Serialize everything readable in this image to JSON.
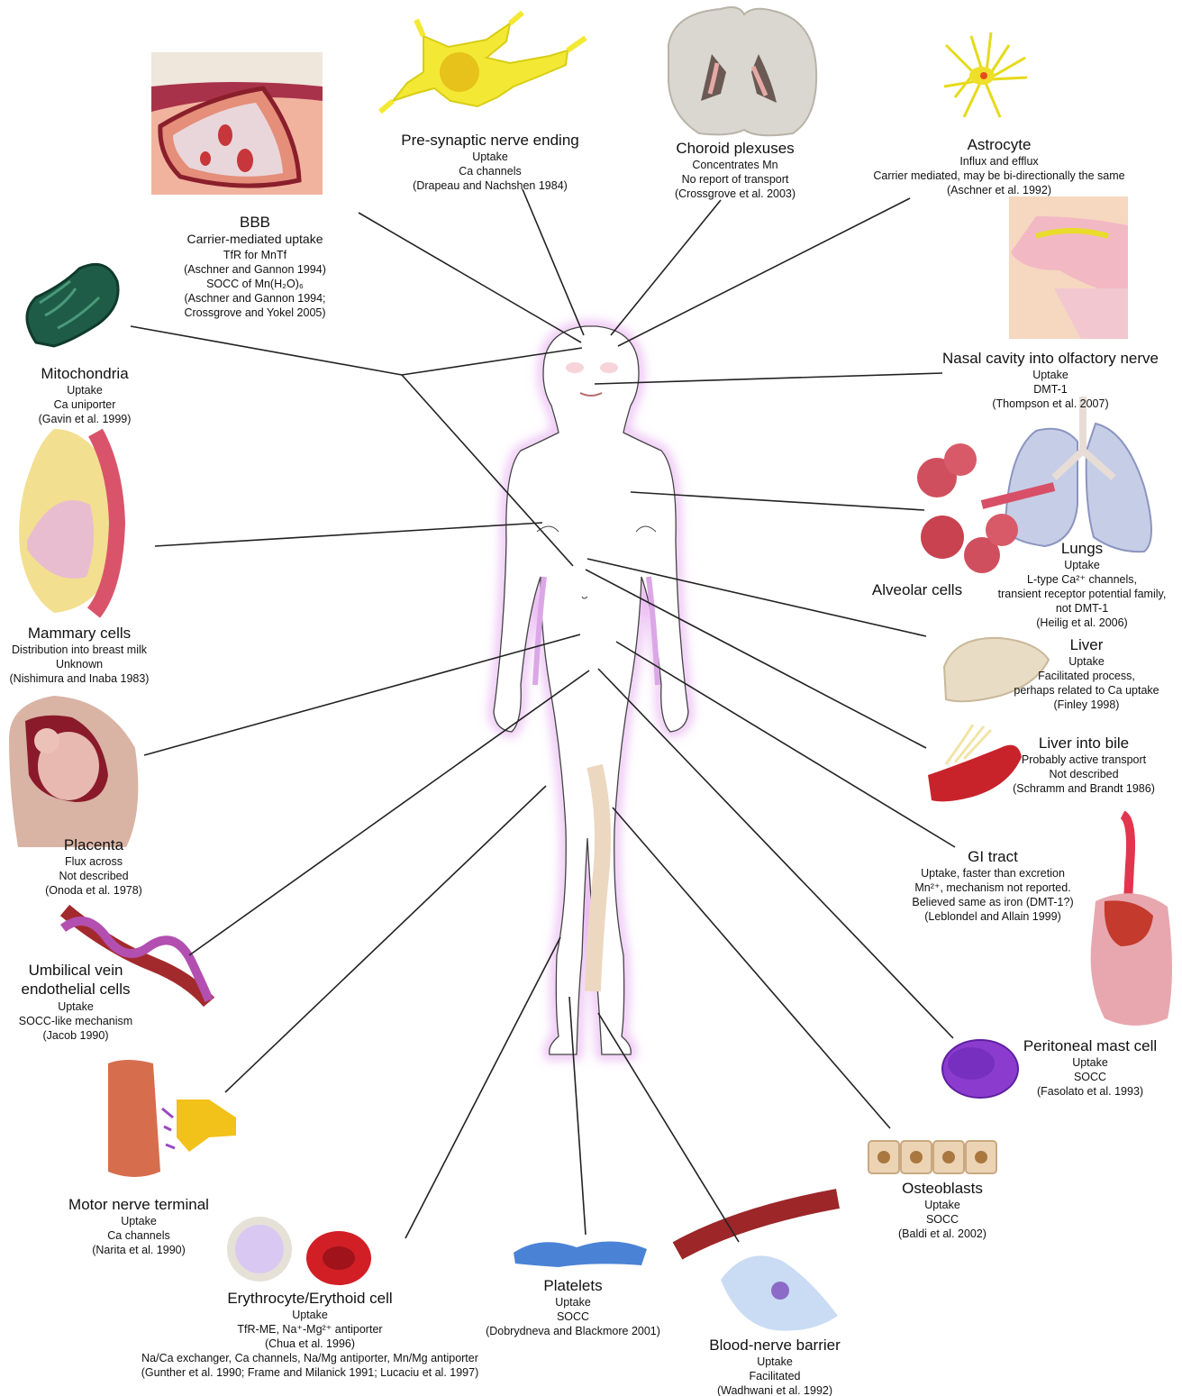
{
  "labels": {
    "bbb": {
      "title": "BBB",
      "lines": [
        "Carrier-mediated uptake",
        "TfR for MnTf",
        "(Aschner and Gannon 1994)",
        "SOCC of Mn(H₂O)₆",
        "(Aschner and Gannon 1994;",
        "Crossgrove and Yokel 2005)"
      ]
    },
    "presynaptic": {
      "title": "Pre-synaptic nerve ending",
      "lines": [
        "Uptake",
        "Ca channels",
        "(Drapeau and Nachshen 1984)"
      ]
    },
    "choroid": {
      "title": "Choroid plexuses",
      "lines": [
        "Concentrates Mn",
        "No report of transport",
        "(Crossgrove et al. 2003)"
      ]
    },
    "astrocyte": {
      "title": "Astrocyte",
      "lines": [
        "Influx and efflux",
        "Carrier mediated, may be bi-directionally the same",
        "(Aschner et al. 1992)"
      ]
    },
    "mitochondria": {
      "title": "Mitochondria",
      "lines": [
        "Uptake",
        "Ca uniporter",
        "(Gavin et al. 1999)"
      ]
    },
    "nasal": {
      "title": "Nasal cavity into olfactory nerve",
      "lines": [
        "Uptake",
        "DMT-1",
        "(Thompson et al. 2007)"
      ]
    },
    "lungs": {
      "title": "Lungs",
      "lines": [
        "Uptake",
        "L-type Ca²⁺ channels,",
        "transient receptor potential family,",
        "not DMT-1",
        "(Heilig et al. 2006)"
      ]
    },
    "alveolar": {
      "title": "Alveolar cells"
    },
    "mammary": {
      "title": "Mammary cells",
      "lines": [
        "Distribution into breast milk",
        "Unknown",
        "(Nishimura and Inaba 1983)"
      ]
    },
    "liver": {
      "title": "Liver",
      "lines": [
        "Uptake",
        "Facilitated process,",
        "perhaps related to Ca uptake",
        "(Finley 1998)"
      ]
    },
    "liverbile": {
      "title": "Liver into bile",
      "lines": [
        "Probably active transport",
        "Not described",
        "(Schramm and Brandt 1986)"
      ]
    },
    "placenta": {
      "title": "Placenta",
      "lines": [
        "Flux across",
        "Not described",
        "(Onoda et al. 1978)"
      ]
    },
    "gi": {
      "title": "GI tract",
      "lines": [
        "Uptake, faster than excretion",
        "Mn²⁺, mechanism not reported.",
        "Believed same as iron (DMT-1?)",
        "(Leblondel and Allain 1999)"
      ]
    },
    "umbilical": {
      "title": "Umbilical vein",
      "title2": "endothelial cells",
      "lines": [
        "Uptake",
        "SOCC-like mechanism",
        "(Jacob 1990)"
      ]
    },
    "mast": {
      "title": "Peritoneal mast cell",
      "lines": [
        "Uptake",
        "SOCC",
        "(Fasolato et al. 1993)"
      ]
    },
    "motor": {
      "title": "Motor nerve terminal",
      "lines": [
        "Uptake",
        "Ca channels",
        "(Narita et al. 1990)"
      ]
    },
    "osteo": {
      "title": "Osteoblasts",
      "lines": [
        "Uptake",
        "SOCC",
        "(Baldi et al. 2002)"
      ]
    },
    "erythro": {
      "title": "Erythrocyte/Erythoid cell",
      "lines": [
        "Uptake",
        "TfR-ME, Na⁺-Mg²⁺ antiporter",
        "(Chua et al. 1996)",
        "Na/Ca exchanger, Ca channels, Na/Mg antiporter, Mn/Mg antiporter",
        "(Gunther et al. 1990; Frame and Milanick 1991; Lucaciu et al. 1997)"
      ]
    },
    "platelets": {
      "title": "Platelets",
      "lines": [
        "Uptake",
        "SOCC",
        "(Dobrydneva and Blackmore 2001)"
      ]
    },
    "bnb": {
      "title": "Blood-nerve barrier",
      "lines": [
        "Uptake",
        "Facilitated",
        "(Wadhwani et al. 1992)"
      ]
    }
  }
}
